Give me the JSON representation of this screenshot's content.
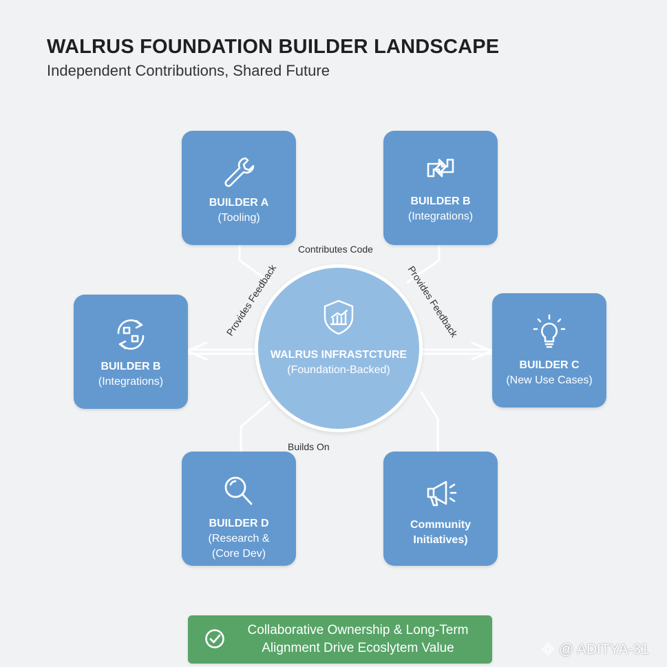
{
  "header": {
    "title": "WALRUS FOUNDATION BUILDER LANDSCAPE",
    "subtitle": "Independent Contributions, Shared Future"
  },
  "center": {
    "title": "WALRUS INFRASTCTURE",
    "subtitle": "(Foundation-Backed)",
    "icon": "shield-chart-icon"
  },
  "nodes": [
    {
      "title": "BUILDER A",
      "subtitle": "(Tooling)",
      "icon": "wrench-icon"
    },
    {
      "title": "BUILDER B",
      "subtitle": "(Integrations)",
      "icon": "transfer-arrows-icon"
    },
    {
      "title": "BUILDER B",
      "subtitle": "(Integrations)",
      "icon": "cycle-arrows-icon"
    },
    {
      "title": "BUILDER C",
      "subtitle": "(New Use Cases)",
      "icon": "lightbulb-icon"
    },
    {
      "title": "BUILDER D",
      "subtitle": "(Research &",
      "subtitle2": "(Core Dev)",
      "icon": "magnifier-icon"
    },
    {
      "title": "Community",
      "subtitle": "Initiatives)",
      "icon": "megaphone-icon"
    }
  ],
  "edges": {
    "top": "Contributes Code",
    "left": "Provides Feedback",
    "right": "Provides Feedback",
    "bottom": "Builds On"
  },
  "footer": {
    "line1": "Collaborative Ownership & Long-Term",
    "line2": "Alignment Drive Ecoslytem Value",
    "icon": "check-circle-icon"
  },
  "watermark": "@ ADITYA-31",
  "colors": {
    "background": "#f1f2f4",
    "node": "#6399cf",
    "center": "#93bce3",
    "footer": "#57a466"
  }
}
